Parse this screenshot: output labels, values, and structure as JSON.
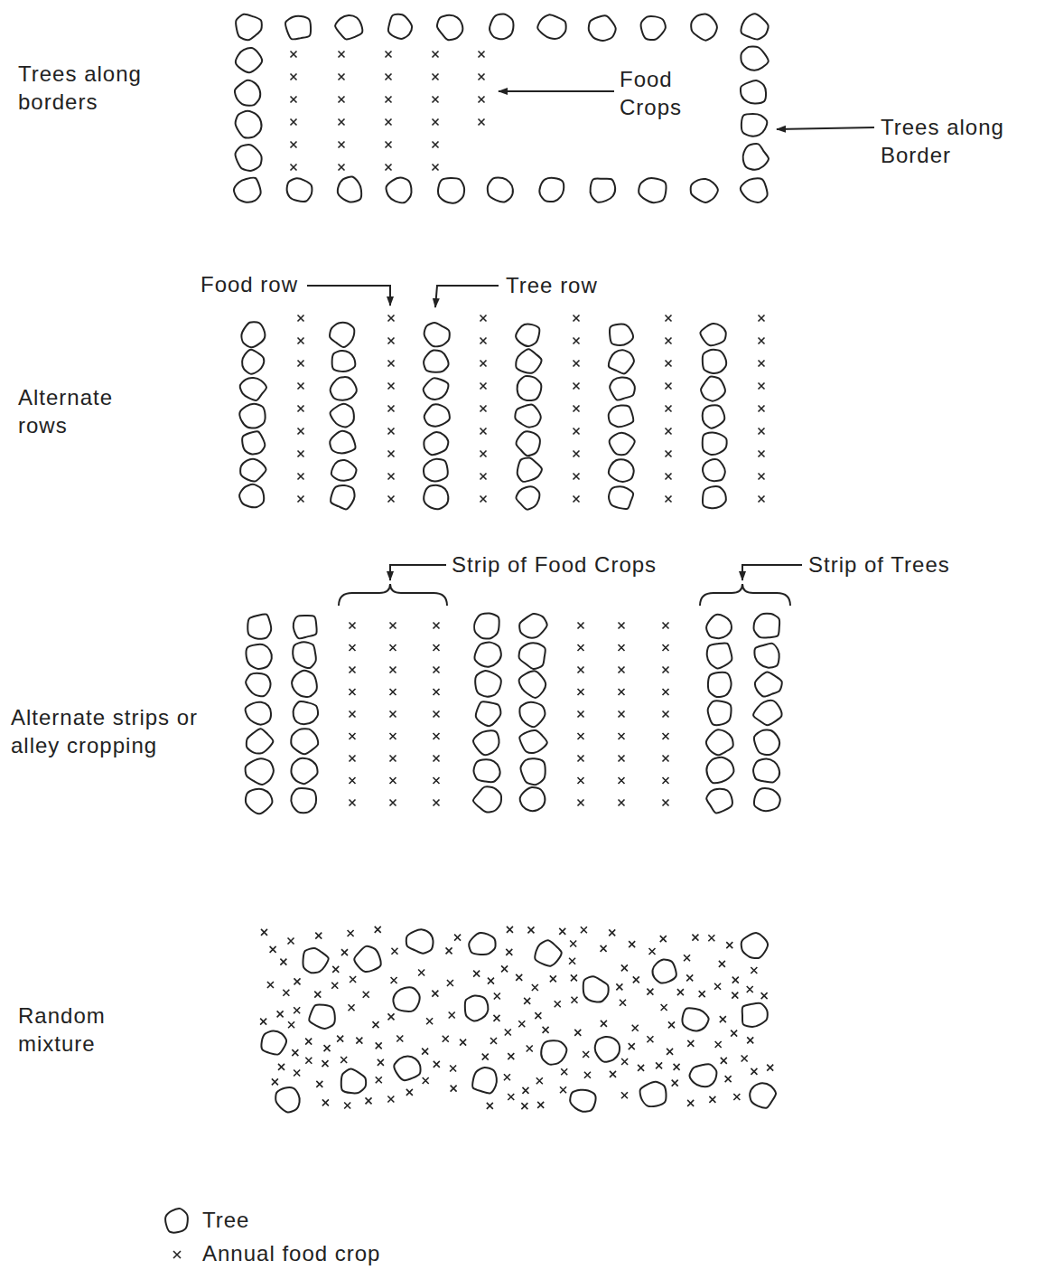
{
  "diagram": {
    "labels": [
      "Trees along borders",
      "Food Crops",
      "Trees along Border",
      "Food row",
      "Tree row",
      "Alternate rows",
      "Strip of Food Crops",
      "Strip of Trees",
      "Alternate strips or alley cropping",
      "Random mixture"
    ],
    "legend": [
      {
        "text": "Tree"
      },
      {
        "text": "Annual food crop"
      }
    ]
  }
}
